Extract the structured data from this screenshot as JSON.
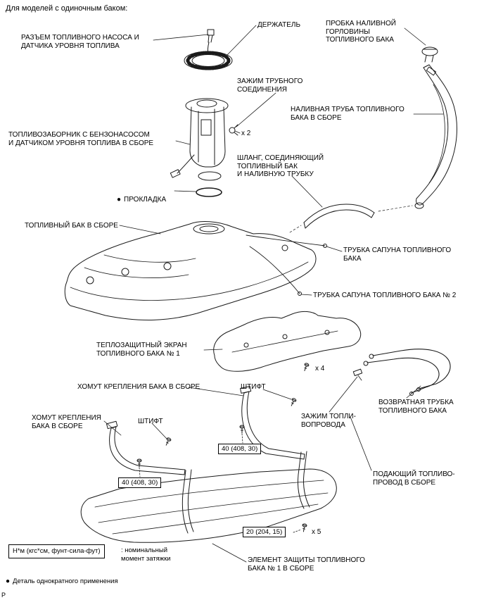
{
  "page": {
    "title": "Для моделей с одиночным баком:",
    "corner": "P"
  },
  "labels": [
    {
      "id": "pump-connector",
      "text": "РАЗЪЕМ ТОПЛИВНОГО НАСОСА И\nДАТЧИКА УРОВНЯ ТОПЛИВА"
    },
    {
      "id": "retainer",
      "text": "ДЕРЖАТЕЛЬ"
    },
    {
      "id": "filler-cap",
      "text": "ПРОБКА НАЛИВНОЙ\nГОРЛОВИНЫ\nТОПЛИВНОГО БАКА"
    },
    {
      "id": "tube-joint-clip",
      "text": "ЗАЖИМ ТРУБНОГО\nСОЕДИНЕНИЯ"
    },
    {
      "id": "filler-pipe",
      "text": "НАЛИВНАЯ ТРУБА ТОПЛИВНОГО\nБАКА В СБОРЕ"
    },
    {
      "id": "fuel-suction",
      "text": "ТОПЛИВОЗАБОРНИК С БЕНЗОНАСОСОМ\nИ ДАТЧИКОМ УРОВНЯ ТОПЛИВА В СБОРЕ"
    },
    {
      "id": "hose",
      "text": "ШЛАНГ, СОЕДИНЯЮЩИЙ\nТОПЛИВНЫЙ БАК\nИ НАЛИВНУЮ ТРУБКУ"
    },
    {
      "id": "gasket",
      "text": "ПРОКЛАДКА"
    },
    {
      "id": "fuel-tank",
      "text": "ТОПЛИВНЫЙ БАК В СБОРЕ"
    },
    {
      "id": "breather-tube",
      "text": "ТРУБКА САПУНА ТОПЛИВНОГО\nБАКА"
    },
    {
      "id": "breather-tube-2",
      "text": "ТРУБКА САПУНА ТОПЛИВНОГО БАКА № 2"
    },
    {
      "id": "heat-shield",
      "text": "ТЕПЛОЗАЩИТНЫЙ ЭКРАН\nТОПЛИВНОГО БАКА № 1"
    },
    {
      "id": "band-center",
      "text": "ХОМУТ КРЕПЛЕНИЯ БАКА В СБОРЕ"
    },
    {
      "id": "pin-center",
      "text": "ШТИФТ"
    },
    {
      "id": "fuel-line-clamp",
      "text": "ЗАЖИМ ТОПЛИ-\nВОПРОВОДА"
    },
    {
      "id": "return-tube",
      "text": "ВОЗВРАТНАЯ ТРУБКА\nТОПЛИВНОГО БАКА"
    },
    {
      "id": "band-left",
      "text": "ХОМУТ КРЕПЛЕНИЯ\nБАКА В СБОРЕ"
    },
    {
      "id": "pin-left",
      "text": "ШТИФТ"
    },
    {
      "id": "supply-line",
      "text": "ПОДАЮЩИЙ ТОПЛИВО-\nПРОВОД В СБОРЕ"
    },
    {
      "id": "skid-plate",
      "text": "ЭЛЕМЕНТ ЗАЩИТЫ ТОПЛИВНОГО\nБАКА № 1 В СБОРЕ"
    }
  ],
  "quantities": {
    "x2": "x 2",
    "x4": "x 4",
    "x5": "x 5"
  },
  "torque_boxes": [
    {
      "id": "band-center-bolt",
      "value": "40 (408, 30)"
    },
    {
      "id": "band-left-bolt",
      "value": "40 (408, 30)"
    },
    {
      "id": "skid-plate-bolt",
      "value": "20 (204, 15)"
    }
  ],
  "legend": {
    "unit": "Н*м (кгс*см, фунт-сила-фут)",
    "meaning": ": номинальный\nмомент затяжки"
  },
  "notes": {
    "bullet": "●",
    "single_use": "Деталь однократного применения"
  }
}
